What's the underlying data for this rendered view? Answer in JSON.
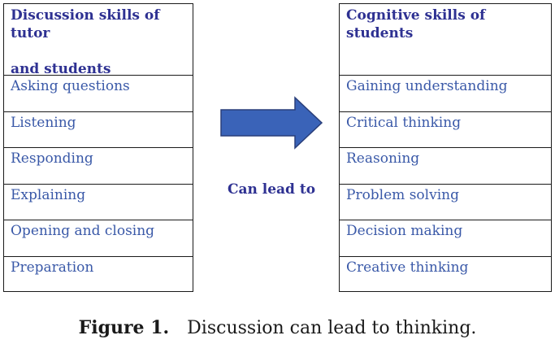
{
  "left_column": {
    "header_line1": "Discussion skills of tutor",
    "header_line2": "and students",
    "items": [
      "Asking questions",
      "Listening",
      "Responding",
      "Explaining",
      "Opening and closing",
      "Preparation"
    ]
  },
  "right_column": {
    "header": "Cognitive skills of students",
    "items": [
      "Gaining understanding",
      "Critical thinking",
      "Reasoning",
      "Problem solving",
      "Decision making",
      "Creative thinking"
    ]
  },
  "connector": {
    "label": "Can lead to",
    "arrow_color": "#3a63b8",
    "arrow_stroke": "#2a3f7a"
  },
  "caption": {
    "label": "Figure 1.",
    "text": "Discussion can lead to thinking."
  },
  "colors": {
    "header_text": "#2e3192",
    "item_text": "#3a59a8"
  }
}
